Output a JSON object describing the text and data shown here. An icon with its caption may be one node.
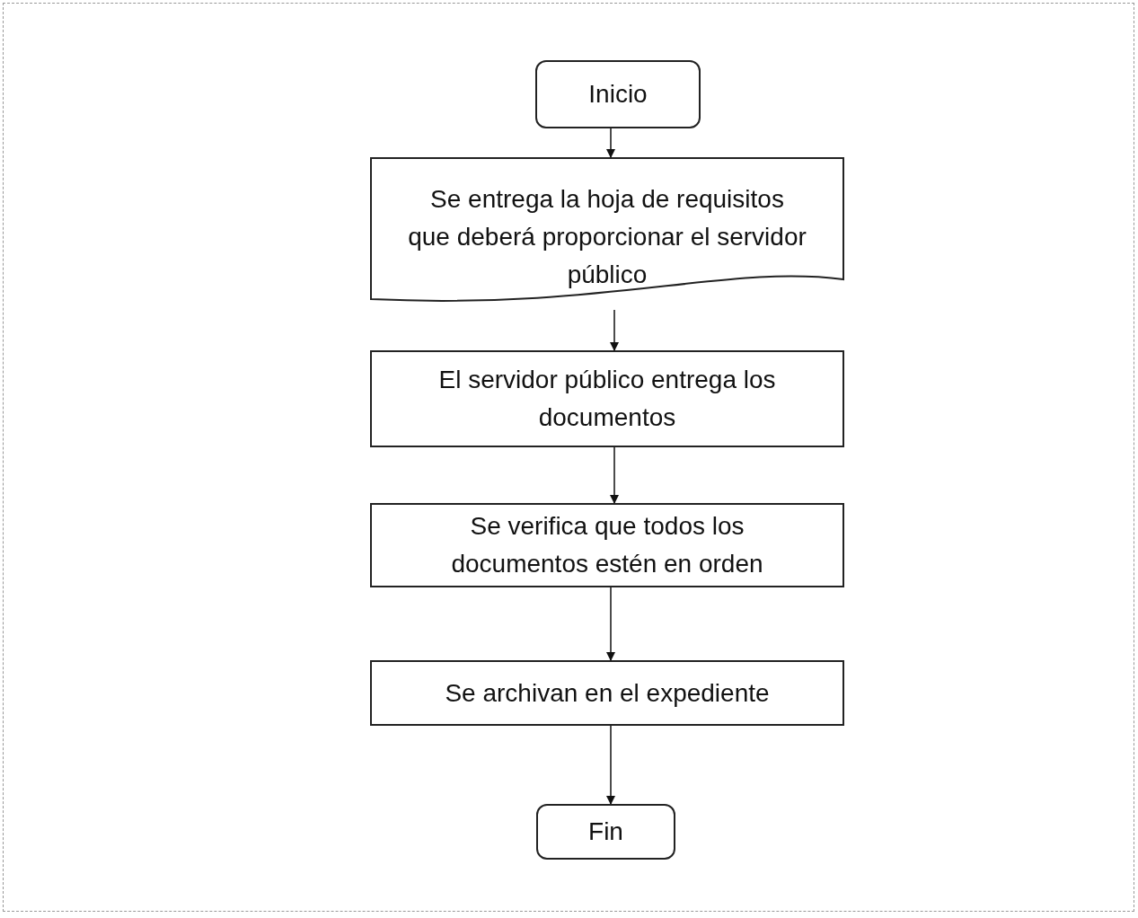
{
  "diagram": {
    "nodes": [
      {
        "text": [
          "Inicio"
        ]
      },
      {
        "text": [
          "Se entrega la hoja de requisitos que deberá proporcionar el servidor público"
        ]
      },
      {
        "text": [
          "El servidor público entrega los documentos"
        ]
      },
      {
        "text": [
          "Se verifica que todos los documentos estén en orden"
        ]
      },
      {
        "text": [
          "Se archivan en el expediente"
        ]
      },
      {
        "text": [
          "Fin"
        ]
      }
    ],
    "edges": [
      {
        "from": 0,
        "to": 1,
        "arrow": "to"
      },
      {
        "from": 1,
        "to": 2,
        "arrow": "to"
      },
      {
        "from": 2,
        "to": 3,
        "arrow": "to"
      },
      {
        "from": 3,
        "to": 4,
        "arrow": "to"
      },
      {
        "from": 4,
        "to": 5,
        "arrow": "to"
      }
    ]
  }
}
